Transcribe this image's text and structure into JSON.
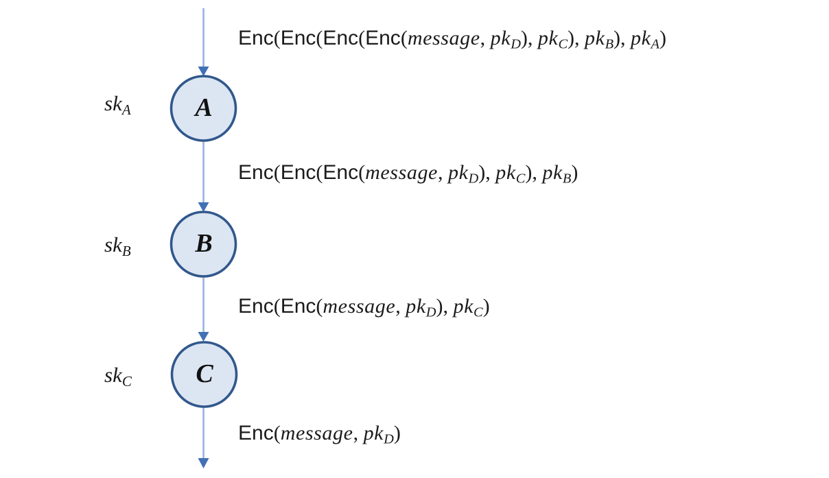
{
  "colors": {
    "arrow_line": "#98b2e0",
    "arrow_head": "#4270b4",
    "node_fill": "#dce6f2",
    "node_stroke": "#31588c",
    "text": "#1b1b1b",
    "background": "#ffffff"
  },
  "nodes": [
    {
      "id": "A",
      "letter": "A",
      "secret_key": {
        "base": "sk",
        "sub": "A"
      }
    },
    {
      "id": "B",
      "letter": "B",
      "secret_key": {
        "base": "sk",
        "sub": "B"
      }
    },
    {
      "id": "C",
      "letter": "C",
      "secret_key": {
        "base": "sk",
        "sub": "C"
      }
    }
  ],
  "messages": [
    {
      "id": "msg-into-A",
      "text": "Enc(Enc(Enc(Enc(message, pk_D), pk_C), pk_B), pk_A)",
      "segments": [
        {
          "k": "fn",
          "t": "Enc"
        },
        {
          "k": "pl",
          "t": "("
        },
        {
          "k": "fn",
          "t": "Enc"
        },
        {
          "k": "pl",
          "t": "("
        },
        {
          "k": "fn",
          "t": "Enc"
        },
        {
          "k": "pl",
          "t": "("
        },
        {
          "k": "fn",
          "t": "Enc"
        },
        {
          "k": "pl",
          "t": "("
        },
        {
          "k": "it",
          "t": "message"
        },
        {
          "k": "pl",
          "t": ", "
        },
        {
          "k": "it",
          "t": "pk"
        },
        {
          "k": "sub",
          "t": "D"
        },
        {
          "k": "pl",
          "t": "), "
        },
        {
          "k": "it",
          "t": "pk"
        },
        {
          "k": "sub",
          "t": "C"
        },
        {
          "k": "pl",
          "t": "), "
        },
        {
          "k": "it",
          "t": "pk"
        },
        {
          "k": "sub",
          "t": "B"
        },
        {
          "k": "pl",
          "t": "), "
        },
        {
          "k": "it",
          "t": "pk"
        },
        {
          "k": "sub",
          "t": "A"
        },
        {
          "k": "pl",
          "t": ")"
        }
      ]
    },
    {
      "id": "msg-A-to-B",
      "text": "Enc(Enc(Enc(message, pk_D), pk_C), pk_B)",
      "segments": [
        {
          "k": "fn",
          "t": "Enc"
        },
        {
          "k": "pl",
          "t": "("
        },
        {
          "k": "fn",
          "t": "Enc"
        },
        {
          "k": "pl",
          "t": "("
        },
        {
          "k": "fn",
          "t": "Enc"
        },
        {
          "k": "pl",
          "t": "("
        },
        {
          "k": "it",
          "t": "message"
        },
        {
          "k": "pl",
          "t": ", "
        },
        {
          "k": "it",
          "t": "pk"
        },
        {
          "k": "sub",
          "t": "D"
        },
        {
          "k": "pl",
          "t": "), "
        },
        {
          "k": "it",
          "t": "pk"
        },
        {
          "k": "sub",
          "t": "C"
        },
        {
          "k": "pl",
          "t": "), "
        },
        {
          "k": "it",
          "t": "pk"
        },
        {
          "k": "sub",
          "t": "B"
        },
        {
          "k": "pl",
          "t": ")"
        }
      ]
    },
    {
      "id": "msg-B-to-C",
      "text": "Enc(Enc(message, pk_D), pk_C)",
      "segments": [
        {
          "k": "fn",
          "t": "Enc"
        },
        {
          "k": "pl",
          "t": "("
        },
        {
          "k": "fn",
          "t": "Enc"
        },
        {
          "k": "pl",
          "t": "("
        },
        {
          "k": "it",
          "t": "message"
        },
        {
          "k": "pl",
          "t": ", "
        },
        {
          "k": "it",
          "t": "pk"
        },
        {
          "k": "sub",
          "t": "D"
        },
        {
          "k": "pl",
          "t": "), "
        },
        {
          "k": "it",
          "t": "pk"
        },
        {
          "k": "sub",
          "t": "C"
        },
        {
          "k": "pl",
          "t": ")"
        }
      ]
    },
    {
      "id": "msg-out-of-C",
      "text": "Enc(message, pk_D)",
      "segments": [
        {
          "k": "fn",
          "t": "Enc"
        },
        {
          "k": "pl",
          "t": "("
        },
        {
          "k": "it",
          "t": "message"
        },
        {
          "k": "pl",
          "t": ", "
        },
        {
          "k": "it",
          "t": "pk"
        },
        {
          "k": "sub",
          "t": "D"
        },
        {
          "k": "pl",
          "t": ")"
        }
      ]
    }
  ]
}
